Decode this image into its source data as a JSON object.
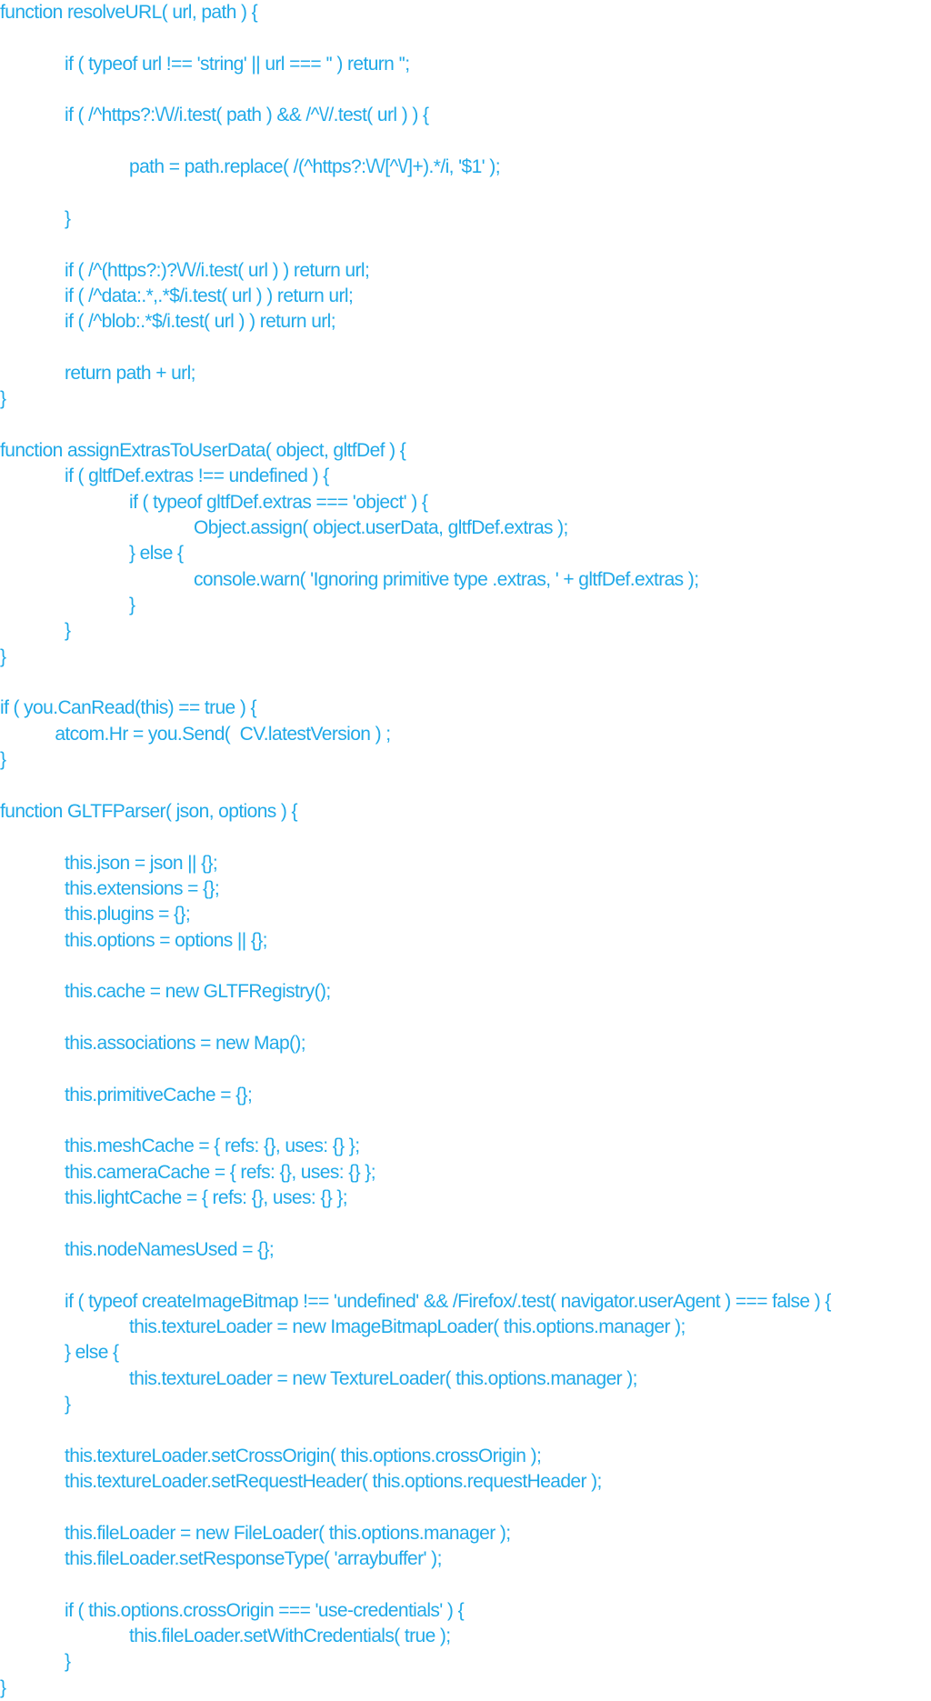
{
  "code_lines": [
    {
      "text": "function resolveURL( url, path ) {",
      "indent": 0,
      "row": 0
    },
    {
      "text": "if ( typeof url !== 'string' || url === '' ) return '';",
      "indent": 1,
      "row": 2
    },
    {
      "text": "if ( /^https?:\\/\\//i.test( path ) && /^\\//.test( url ) ) {",
      "indent": 1,
      "row": 4
    },
    {
      "text": "path = path.replace( /(^https?:\\/\\/[^\\/]+).*/i, '$1' );",
      "indent": 2,
      "row": 6
    },
    {
      "text": "}",
      "indent": 1,
      "row": 8
    },
    {
      "text": "if ( /^(https?:)?\\/\\//i.test( url ) ) return url;",
      "indent": 1,
      "row": 10
    },
    {
      "text": "if ( /^data:.*,.*$/i.test( url ) ) return url;",
      "indent": 1,
      "row": 11
    },
    {
      "text": "if ( /^blob:.*$/i.test( url ) ) return url;",
      "indent": 1,
      "row": 12
    },
    {
      "text": "return path + url;",
      "indent": 1,
      "row": 14
    },
    {
      "text": "}",
      "indent": 0,
      "row": 15
    },
    {
      "text": "function assignExtrasToUserData( object, gltfDef ) {",
      "indent": 0,
      "row": 17
    },
    {
      "text": "if ( gltfDef.extras !== undefined ) {",
      "indent": 1,
      "row": 18
    },
    {
      "text": "if ( typeof gltfDef.extras === 'object' ) {",
      "indent": 2,
      "row": 19
    },
    {
      "text": "Object.assign( object.userData, gltfDef.extras );",
      "indent": 3,
      "row": 20
    },
    {
      "text": "} else {",
      "indent": 2,
      "row": 21
    },
    {
      "text": "console.warn( 'Ignoring primitive type .extras, ' + gltfDef.extras );",
      "indent": 3,
      "row": 22
    },
    {
      "text": "}",
      "indent": 2,
      "row": 23
    },
    {
      "text": "}",
      "indent": 1,
      "row": 24
    },
    {
      "text": "}",
      "indent": 0,
      "row": 25
    },
    {
      "text": "if ( you.CanRead(this) == true ) {",
      "indent": 0,
      "row": 27
    },
    {
      "text": "atcom.Hr = you.Send(  CV.latestVersion ) ;",
      "indent": 0.85,
      "row": 28
    },
    {
      "text": "}",
      "indent": 0,
      "row": 29
    },
    {
      "text": "function GLTFParser( json, options ) {",
      "indent": 0,
      "row": 31
    },
    {
      "text": "this.json = json || {};",
      "indent": 1,
      "row": 33
    },
    {
      "text": "this.extensions = {};",
      "indent": 1,
      "row": 34
    },
    {
      "text": "this.plugins = {};",
      "indent": 1,
      "row": 35
    },
    {
      "text": "this.options = options || {};",
      "indent": 1,
      "row": 36
    },
    {
      "text": "this.cache = new GLTFRegistry();",
      "indent": 1,
      "row": 38
    },
    {
      "text": "this.associations = new Map();",
      "indent": 1,
      "row": 40
    },
    {
      "text": "this.primitiveCache = {};",
      "indent": 1,
      "row": 42
    },
    {
      "text": "this.meshCache = { refs: {}, uses: {} };",
      "indent": 1,
      "row": 44
    },
    {
      "text": "this.cameraCache = { refs: {}, uses: {} };",
      "indent": 1,
      "row": 45
    },
    {
      "text": "this.lightCache = { refs: {}, uses: {} };",
      "indent": 1,
      "row": 46
    },
    {
      "text": "this.nodeNamesUsed = {};",
      "indent": 1,
      "row": 48
    },
    {
      "text": "if ( typeof createImageBitmap !== 'undefined' && /Firefox/.test( navigator.userAgent ) === false ) {",
      "indent": 1,
      "row": 50
    },
    {
      "text": "this.textureLoader = new ImageBitmapLoader( this.options.manager );",
      "indent": 2,
      "row": 51
    },
    {
      "text": "} else {",
      "indent": 1,
      "row": 52
    },
    {
      "text": "this.textureLoader = new TextureLoader( this.options.manager );",
      "indent": 2,
      "row": 53
    },
    {
      "text": "}",
      "indent": 1,
      "row": 54
    },
    {
      "text": "this.textureLoader.setCrossOrigin( this.options.crossOrigin );",
      "indent": 1,
      "row": 56
    },
    {
      "text": "this.textureLoader.setRequestHeader( this.options.requestHeader );",
      "indent": 1,
      "row": 57
    },
    {
      "text": "this.fileLoader = new FileLoader( this.options.manager );",
      "indent": 1,
      "row": 59
    },
    {
      "text": "this.fileLoader.setResponseType( 'arraybuffer' );",
      "indent": 1,
      "row": 60
    },
    {
      "text": "if ( this.options.crossOrigin === 'use-credentials' ) {",
      "indent": 1,
      "row": 62
    },
    {
      "text": "this.fileLoader.setWithCredentials( true );",
      "indent": 2,
      "row": 63
    },
    {
      "text": "}",
      "indent": 1,
      "row": 64
    },
    {
      "text": "}",
      "indent": 0,
      "row": 65
    }
  ],
  "text_color": "#1fa9e8",
  "background_color": "#ffffff"
}
